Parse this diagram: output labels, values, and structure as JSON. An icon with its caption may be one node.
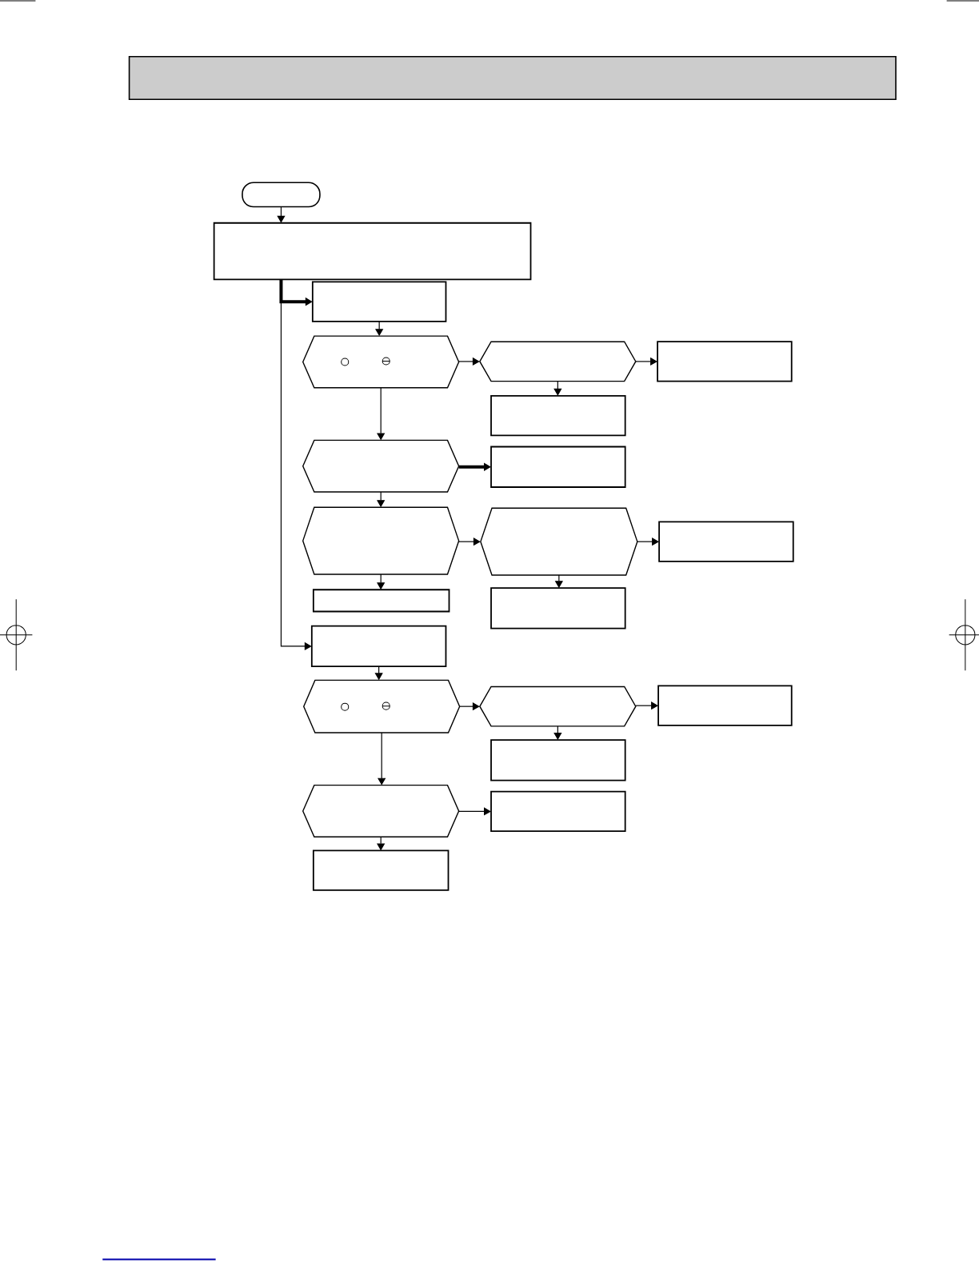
{
  "diagram": {
    "nodes": [
      {
        "text": [],
        "shape": "capsule"
      },
      {
        "text": [],
        "shape": "box"
      },
      {
        "text": [],
        "shape": "box"
      },
      {
        "text": [],
        "shape": "hexagon"
      },
      {
        "text": [],
        "shape": "hexagon"
      },
      {
        "text": [],
        "shape": "box"
      },
      {
        "text": [],
        "shape": "box"
      },
      {
        "text": [],
        "shape": "hexagon"
      },
      {
        "text": [],
        "shape": "box"
      },
      {
        "text": [],
        "shape": "hexagon"
      },
      {
        "text": [],
        "shape": "hexagon"
      },
      {
        "text": [],
        "shape": "box"
      },
      {
        "text": [],
        "shape": "box"
      },
      {
        "text": [],
        "shape": "box"
      },
      {
        "text": [],
        "shape": "box"
      },
      {
        "text": [],
        "shape": "hexagon"
      },
      {
        "text": [],
        "shape": "hexagon"
      },
      {
        "text": [],
        "shape": "box"
      },
      {
        "text": [],
        "shape": "box"
      },
      {
        "text": [],
        "shape": "hexagon"
      },
      {
        "text": [],
        "shape": "box"
      },
      {
        "text": [],
        "shape": "box"
      }
    ],
    "edges": [
      {
        "from": 0,
        "to": 1,
        "arrow": "to"
      },
      {
        "from": 1,
        "to": 2,
        "arrow": "to",
        "style": "thick"
      },
      {
        "from": 1,
        "to": 14,
        "arrow": "to"
      },
      {
        "from": 2,
        "to": 3,
        "arrow": "to"
      },
      {
        "from": 3,
        "to": 4,
        "arrow": "to"
      },
      {
        "from": 4,
        "to": 5,
        "arrow": "to"
      },
      {
        "from": 4,
        "to": 6,
        "arrow": "to"
      },
      {
        "from": 3,
        "to": 7,
        "arrow": "to"
      },
      {
        "from": 7,
        "to": 8,
        "arrow": "to",
        "style": "thick"
      },
      {
        "from": 7,
        "to": 9,
        "arrow": "to"
      },
      {
        "from": 9,
        "to": 10,
        "arrow": "to"
      },
      {
        "from": 10,
        "to": 11,
        "arrow": "to"
      },
      {
        "from": 9,
        "to": 12,
        "arrow": "to"
      },
      {
        "from": 10,
        "to": 13,
        "arrow": "to"
      },
      {
        "from": 14,
        "to": 15,
        "arrow": "to"
      },
      {
        "from": 15,
        "to": 16,
        "arrow": "to"
      },
      {
        "from": 16,
        "to": 17,
        "arrow": "to"
      },
      {
        "from": 16,
        "to": 18,
        "arrow": "to"
      },
      {
        "from": 15,
        "to": 19,
        "arrow": "to"
      },
      {
        "from": 19,
        "to": 20,
        "arrow": "to"
      },
      {
        "from": 19,
        "to": 21,
        "arrow": "to"
      }
    ]
  }
}
